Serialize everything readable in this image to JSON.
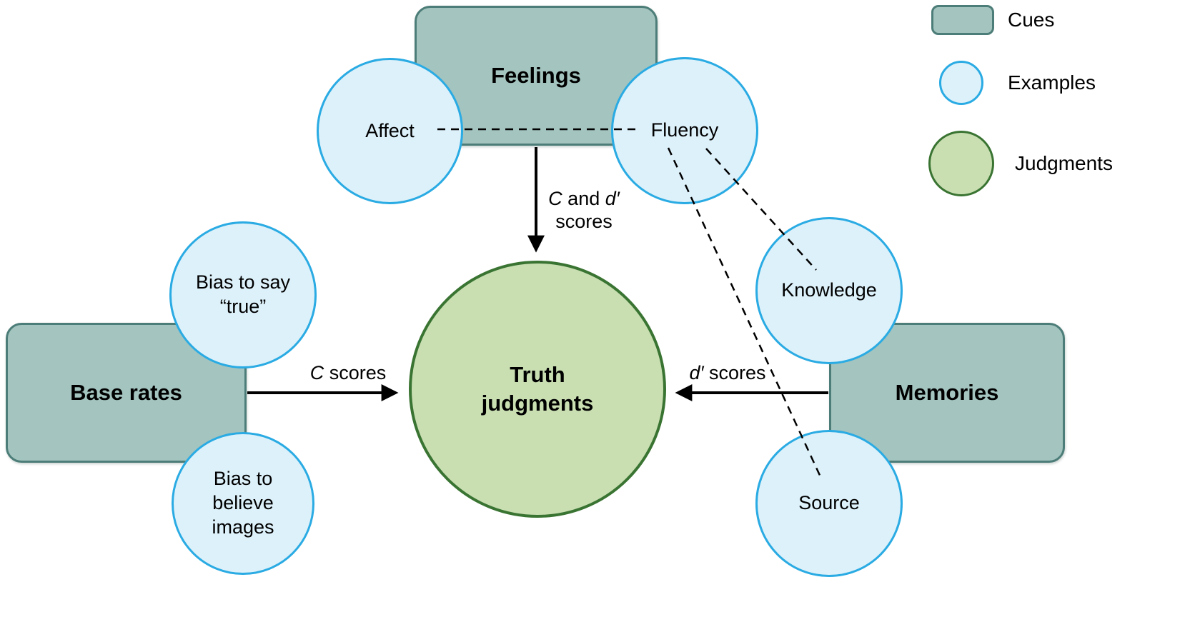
{
  "nodes": {
    "feelings": {
      "label": "Feelings",
      "type": "cue"
    },
    "base_rates": {
      "label": "Base rates",
      "type": "cue"
    },
    "memories": {
      "label": "Memories",
      "type": "cue"
    },
    "truth_judgments": {
      "label": "Truth\njudgments",
      "type": "judgment"
    },
    "affect": {
      "label": "Affect",
      "type": "example"
    },
    "fluency": {
      "label": "Fluency",
      "type": "example"
    },
    "bias_to_say_true": {
      "label": "Bias to say\n“true”",
      "type": "example"
    },
    "bias_to_believe_images": {
      "label": "Bias to\nbelieve\nimages",
      "type": "example"
    },
    "knowledge": {
      "label": "Knowledge",
      "type": "example"
    },
    "source": {
      "label": "Source",
      "type": "example"
    }
  },
  "edge_labels": {
    "feelings_to_truth": {
      "italic_c": "C",
      "mid": " and ",
      "italic_d": "d′",
      "line2": "scores"
    },
    "base_rates_to_truth": {
      "italic_c": "C",
      "rest": "  scores"
    },
    "memories_to_truth": {
      "italic_d": "d′",
      "rest": " scores"
    }
  },
  "legend": {
    "cues_label": "Cues",
    "examples_label": "Examples",
    "judgments_label": "Judgments"
  },
  "colors": {
    "cue_fill": "#a3c4bf",
    "cue_border": "#4d7d78",
    "example_fill": "#ddf1fa",
    "example_border": "#2aabe3",
    "judgment_fill": "#c9dfb2",
    "judgment_border": "#3a7432",
    "connector": "#000000",
    "background": "#ffffff"
  }
}
